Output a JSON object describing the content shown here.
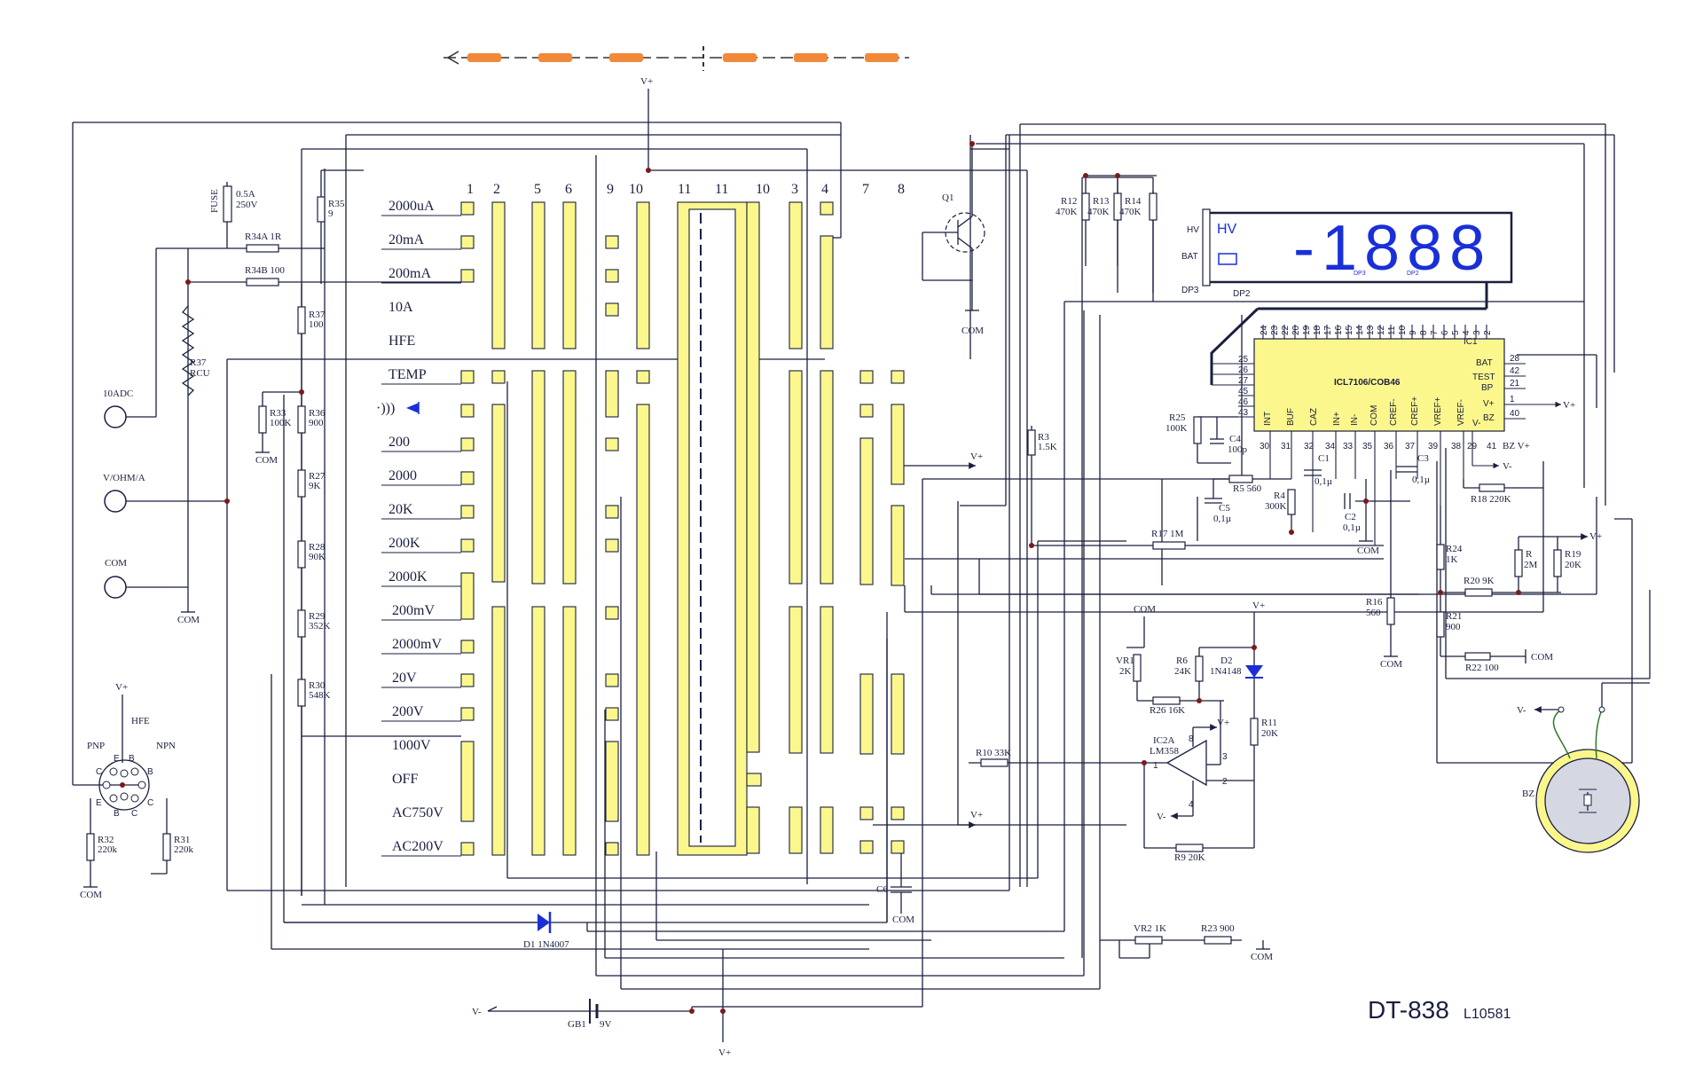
{
  "model": {
    "name": "DT-838",
    "code": "L10581"
  },
  "switch": {
    "position_numbers": [
      "1",
      "2",
      "5",
      "6",
      "9",
      "10",
      "11",
      "11",
      "10",
      "3",
      "4",
      "7",
      "8"
    ],
    "ranges": [
      "2000uA",
      "20mA",
      "200mA",
      "10A",
      "HFE",
      "TEMP",
      "·)))",
      "200",
      "2000",
      "20K",
      "200K",
      "2000K",
      "200mV",
      "2000mV",
      "20V",
      "200V",
      "1000V",
      "OFF",
      "AC750V",
      "AC200V"
    ]
  },
  "inputs": {
    "ten_adc": "10ADC",
    "vohm": "V/OHM/A",
    "com": "COM"
  },
  "fuse": {
    "name": "FUSE",
    "rating1": "0.5A",
    "rating2": "250V"
  },
  "resistors": {
    "r34a": "R34A 1R",
    "r34b": "R34B 100",
    "r35a": "R35",
    "r35b": "9",
    "r37a": "R37",
    "r37b": "100",
    "r37rcu_a": "R37",
    "r37rcu_b": "RCU",
    "r33a": "R33",
    "r33b": "100K",
    "r36a": "R36",
    "r36b": "900",
    "r27a": "R27",
    "r27b": "9K",
    "r28a": "R28",
    "r28b": "90K",
    "r29a": "R29",
    "r29b": "352K",
    "r30a": "R30",
    "r30b": "548K",
    "r32a": "R32",
    "r32b": "220k",
    "r31a": "R31",
    "r31b": "220k",
    "r3a": "R3",
    "r3b": "1.5K",
    "r12a": "R12",
    "r12b": "470K",
    "r13a": "R13",
    "r13b": "470K",
    "r14a": "R14",
    "r14b": "470K",
    "r25a": "R25",
    "r25b": "100K",
    "r5": "R5 560",
    "r4a": "R4",
    "r4b": "300K",
    "r17": "R17 1M",
    "r18": "R18 220K",
    "r24a": "R24",
    "r24b": "1K",
    "r19a": "R19",
    "r19b": "20K",
    "r_a": "R",
    "r_b": "2M",
    "r20": "R20 9K",
    "r21a": "R21",
    "r21b": "900",
    "r22": "R22 100",
    "r16a": "R16",
    "r16b": "560",
    "r6a": "R6",
    "r6b": "24K",
    "r26": "R26 16K",
    "r11a": "R11",
    "r11b": "20K",
    "r10": "R10 33K",
    "r9": "R9 20K",
    "vr1a": "VR1",
    "vr1b": "2K",
    "vr2": "VR2 1K",
    "r23": "R23 900"
  },
  "capacitors": {
    "c4a": "C4",
    "c4b": "100p",
    "c5a": "C5",
    "c5b": "0,1µ",
    "c1a": "C1",
    "c1b": "0,1µ",
    "c2a": "C2",
    "c2b": "0,1µ",
    "c3a": "C3",
    "c3b": "0,1µ",
    "c6": "C6"
  },
  "diodes": {
    "d1": "D1 1N4007",
    "d2a": "D2",
    "d2b": "1N4148"
  },
  "transistor": {
    "q1": "Q1"
  },
  "opamp": {
    "name": "IC2A",
    "part": "LM358",
    "pins": [
      "1",
      "2",
      "3",
      "4",
      "8"
    ]
  },
  "battery": {
    "name": "GB1",
    "voltage": "9V"
  },
  "buzzer": "BZ",
  "hfe": {
    "title": "HFE",
    "pnp": "PNP",
    "npn": "NPN",
    "pins": [
      "E",
      "B",
      "C",
      "E",
      "B",
      "C",
      "B",
      "C"
    ]
  },
  "display": {
    "hv": "HV",
    "bat": "BAT",
    "dp3": "DP3",
    "dp2": "DP2",
    "hv_inner": "HV",
    "digits": "-1888",
    "dp3_small": "DP3",
    "dp2_small": "DP2"
  },
  "ic1": {
    "name": "IC1",
    "chip": "ICL7106/COB46",
    "top_pins": [
      "24",
      "23",
      "22",
      "20",
      "19",
      "18",
      "17",
      "16",
      "15",
      "14",
      "13",
      "12",
      "11",
      "10",
      "9",
      "8",
      "7",
      "6",
      "5",
      "4",
      "3",
      "2"
    ],
    "left_pins": [
      "25",
      "26",
      "27",
      "45",
      "46",
      "43"
    ],
    "right_pins": [
      "28",
      "42",
      "21",
      "1",
      "40"
    ],
    "right_labels": [
      "BAT",
      "TEST",
      "BP",
      "V+",
      "BZ"
    ],
    "bottom_labels": [
      "INT",
      "BUF",
      "CAZ",
      "IN+",
      "IN-",
      "COM",
      "CREF-",
      "CREF+",
      "VREF+",
      "VREF-",
      "V-"
    ],
    "bottom_pins": [
      "30",
      "31",
      "32",
      "34",
      "33",
      "35",
      "36",
      "37",
      "39",
      "38",
      "29",
      "41"
    ],
    "bz_out": "BZ V+"
  },
  "nets": {
    "vplus": "V+",
    "vminus": "V-",
    "com": "COM"
  }
}
